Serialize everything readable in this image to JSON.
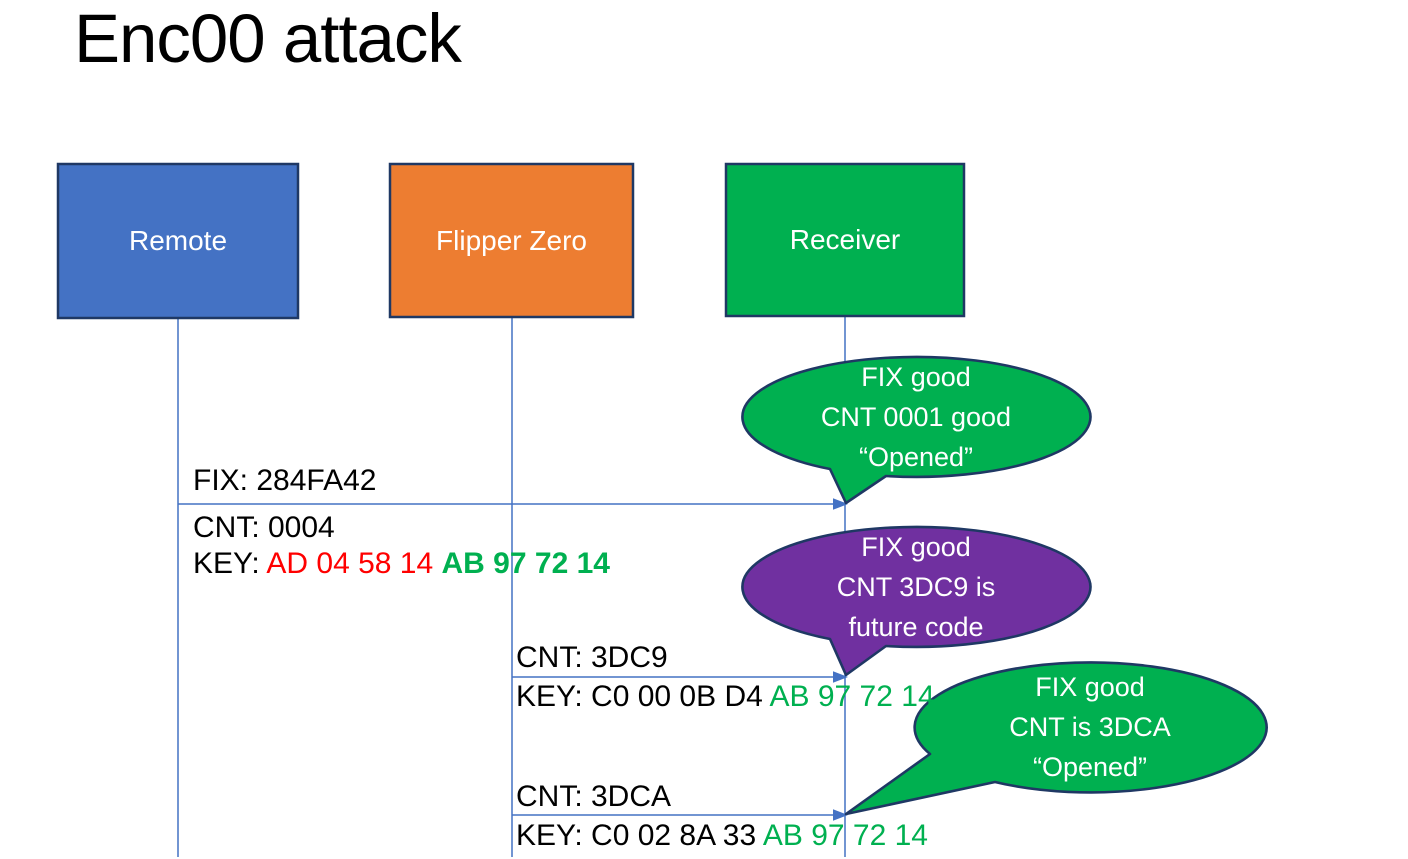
{
  "title": "Enc00 attack",
  "colors": {
    "remote_box": "#4472C4",
    "flipper_box": "#ED7D31",
    "receiver_box": "#00B050",
    "box_border": "#1F3864",
    "lifeline": "#4472C4",
    "arrow": "#4472C4",
    "bubble_green": "#00B050",
    "bubble_purple": "#7030A0",
    "bubble_border": "#1F3864",
    "key_red_hex": "#FF0000",
    "key_green_hex": "#00B050"
  },
  "actors": [
    {
      "label": "Remote"
    },
    {
      "label": "Flipper Zero"
    },
    {
      "label": "Receiver"
    }
  ],
  "messages": [
    {
      "from": "Remote",
      "to": "Receiver",
      "line_above": "FIX: 284FA42",
      "line_below": "CNT: 0004",
      "key_prefix": "KEY: ",
      "key_red": "AD 04 58 14 ",
      "key_green": "AB 97 72 14"
    },
    {
      "from": "Flipper Zero",
      "to": "Receiver",
      "line_above": "CNT: 3DC9",
      "key_prefix": "KEY: C0 00 0B D4 ",
      "key_green": "AB 97 72 14"
    },
    {
      "from": "Flipper Zero",
      "to": "Receiver",
      "line_above": "CNT: 3DCA",
      "key_prefix": "KEY: C0 02 8A 33 ",
      "key_green": "AB 97 72 14"
    }
  ],
  "bubbles": [
    {
      "color": "green",
      "lines": [
        "FIX good",
        "CNT 0001 good",
        "“Opened”"
      ]
    },
    {
      "color": "purple",
      "lines": [
        "FIX good",
        "CNT 3DC9 is",
        "future code"
      ]
    },
    {
      "color": "green",
      "lines": [
        "FIX good",
        "CNT is 3DCA",
        "“Opened”"
      ]
    }
  ]
}
